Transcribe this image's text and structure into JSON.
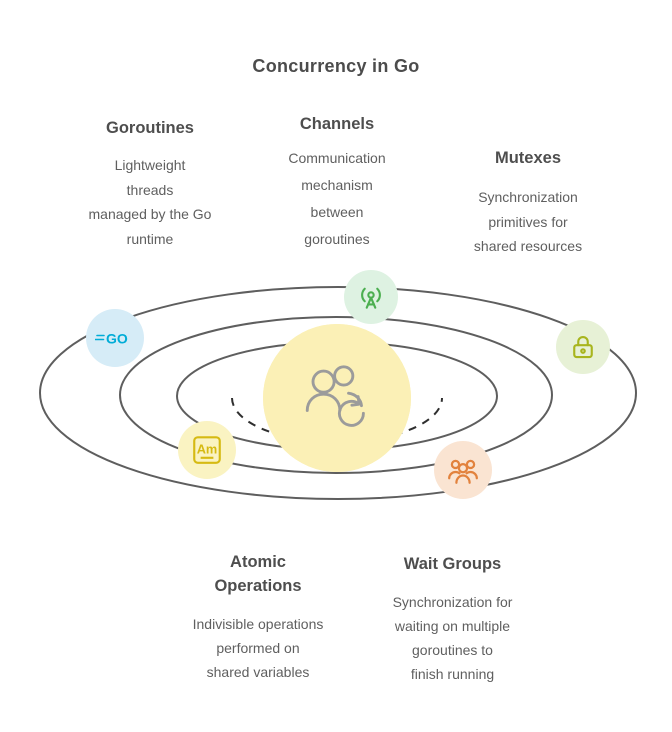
{
  "title": "Concurrency in Go",
  "blocks": [
    {
      "id": "goroutines",
      "heading": "Goroutines",
      "lines": [
        "Lightweight",
        "threads",
        "managed by the Go",
        "runtime"
      ]
    },
    {
      "id": "channels",
      "heading": "Channels",
      "lines": [
        "Communication",
        "mechanism",
        "between",
        "goroutines"
      ]
    },
    {
      "id": "mutexes",
      "heading": "Mutexes",
      "lines": [
        "Synchronization",
        "primitives for",
        "shared resources"
      ]
    },
    {
      "id": "atomic",
      "heading_lines": [
        "Atomic",
        "Operations"
      ],
      "lines": [
        "Indivisible operations",
        "performed on",
        "shared variables"
      ]
    },
    {
      "id": "waitgroups",
      "heading": "Wait Groups",
      "lines": [
        "Synchronization for",
        "waiting on multiple",
        "goroutines to",
        "finish running"
      ]
    }
  ],
  "nodes": {
    "go": {
      "icon": "go-logo-icon",
      "label": "GO",
      "color": "#00ACD7",
      "bg": "#D6ECF7"
    },
    "broadcast": {
      "icon": "broadcast-icon",
      "color": "#4CAF50",
      "bg": "#DEF2E2"
    },
    "lock": {
      "icon": "lock-icon",
      "color": "#A8B51E",
      "bg": "#E7F1D6"
    },
    "atom": {
      "icon": "element-am-icon",
      "label": "Am",
      "color": "#D6BA12",
      "bg": "#FAF3C2"
    },
    "team": {
      "icon": "team-icon",
      "color": "#E2823D",
      "bg": "#FAE4D2"
    }
  },
  "center": {
    "icon": "people-sync-icon",
    "bg": "#FBF0B6",
    "color": "#9B9B9B"
  },
  "orbit_color": "#4d4d4d"
}
